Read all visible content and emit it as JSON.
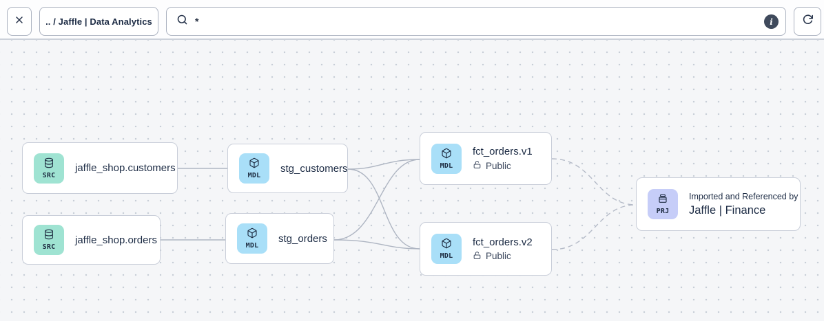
{
  "toolbar": {
    "close_icon": "x-icon",
    "breadcrumb": ".. / Jaffle | Data Analytics",
    "search": {
      "icon": "search-icon",
      "value": "*",
      "info_icon": "info-icon",
      "info_glyph": "i"
    },
    "refresh_icon": "refresh-icon"
  },
  "canvas": {
    "nodes": [
      {
        "id": "src-customers",
        "icon": "database-icon",
        "badge": "SRC",
        "label": "jaffle_shop.customers"
      },
      {
        "id": "src-orders",
        "icon": "database-icon",
        "badge": "SRC",
        "label": "jaffle_shop.orders"
      },
      {
        "id": "stg-customers",
        "icon": "cube-icon",
        "badge": "MDL",
        "label": "stg_customers"
      },
      {
        "id": "stg-orders",
        "icon": "cube-icon",
        "badge": "MDL",
        "label": "stg_orders"
      },
      {
        "id": "fct-orders-v1",
        "icon": "cube-icon",
        "badge": "MDL",
        "label": "fct_orders.v1",
        "access": "Public",
        "access_icon": "unlock-icon"
      },
      {
        "id": "fct-orders-v2",
        "icon": "cube-icon",
        "badge": "MDL",
        "label": "fct_orders.v2",
        "access": "Public",
        "access_icon": "unlock-icon"
      },
      {
        "id": "project",
        "icon": "archive-icon",
        "badge": "PRJ",
        "label_top": "Imported and Referenced by",
        "label": "Jaffle | Finance"
      }
    ],
    "edges": [
      {
        "from": "src-customers",
        "to": "stg-customers",
        "style": "solid"
      },
      {
        "from": "src-orders",
        "to": "stg-orders",
        "style": "solid"
      },
      {
        "from": "stg-customers",
        "to": "fct-orders-v1",
        "style": "solid"
      },
      {
        "from": "stg-customers",
        "to": "fct-orders-v2",
        "style": "solid"
      },
      {
        "from": "stg-orders",
        "to": "fct-orders-v1",
        "style": "solid"
      },
      {
        "from": "stg-orders",
        "to": "fct-orders-v2",
        "style": "solid"
      },
      {
        "from": "fct-orders-v1",
        "to": "project",
        "style": "dashed"
      },
      {
        "from": "fct-orders-v2",
        "to": "project",
        "style": "dashed"
      }
    ]
  },
  "colors": {
    "source_tile": "#9fe3d2",
    "model_tile": "#a9dff8",
    "project_tile": "#c6cdf8",
    "edge": "#aeb5c2",
    "canvas_bg": "#f5f6f8",
    "node_border": "#c9ced9",
    "text": "#1c2b44",
    "info_badge_bg": "#3f4a5c"
  }
}
